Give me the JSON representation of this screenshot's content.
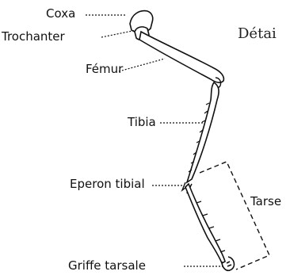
{
  "heading": "Détai",
  "labels": {
    "coxa": "Coxa",
    "trochanter": "Trochanter",
    "femur": "Fémur",
    "tibia": "Tibia",
    "eperon": "Eperon tibial",
    "tarse": "Tarse",
    "griffe": "Griffe tarsale"
  },
  "colors": {
    "ink": "#111111",
    "heading": "#222222"
  }
}
